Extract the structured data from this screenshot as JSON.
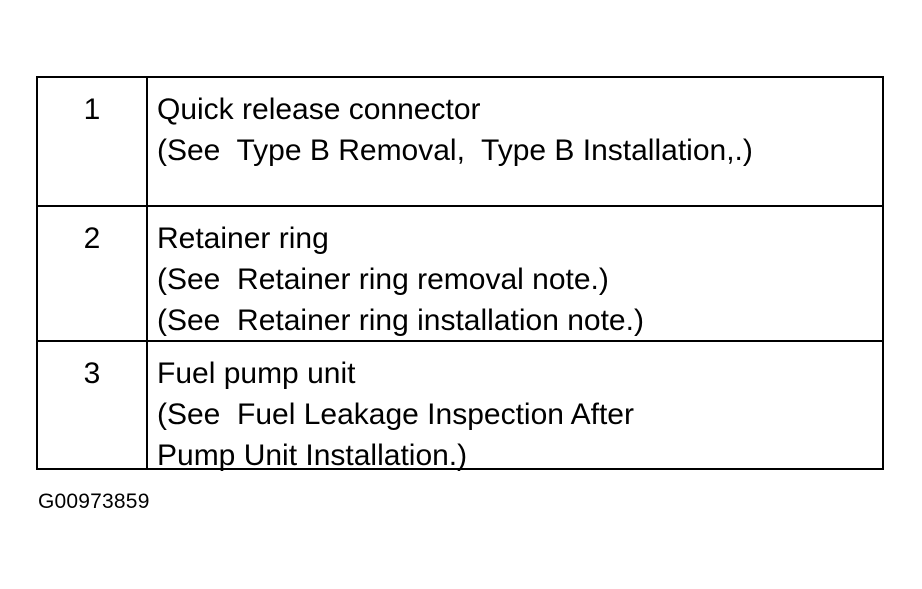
{
  "document": {
    "background_color": "#ffffff",
    "text_color": "#000000",
    "border_color": "#000000"
  },
  "parts_table": {
    "rows": [
      {
        "index": "1",
        "lines": [
          "Quick release connector",
          "(See  Type B Removal,  Type B Installation,.)"
        ]
      },
      {
        "index": "2",
        "lines": [
          "Retainer ring",
          "(See  Retainer ring removal note.)",
          "(See  Retainer ring installation note.)"
        ]
      },
      {
        "index": "3",
        "lines": [
          "Fuel pump unit",
          "(See  Fuel Leakage Inspection After",
          "Pump Unit Installation.)"
        ]
      }
    ]
  },
  "caption": {
    "text": "G00973859"
  }
}
